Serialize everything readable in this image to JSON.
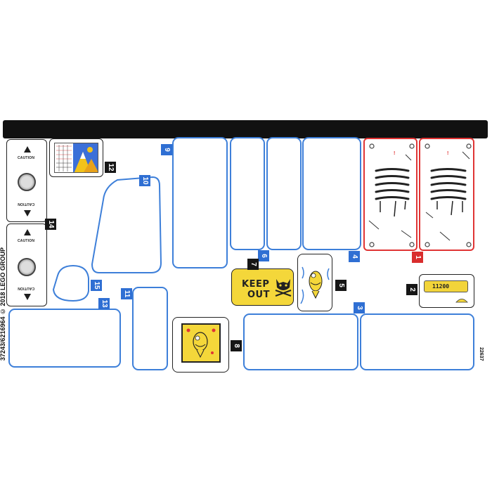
{
  "sheet": {
    "copyright": "37243/6216964 © 2018 LEGO GROUP",
    "code": "22637"
  },
  "labels": {
    "n1": "1",
    "n2": "2",
    "n3": "3",
    "n4": "4",
    "n5": "5",
    "n6": "6",
    "n7": "7",
    "n8": "8",
    "n9": "9",
    "n10": "10",
    "n11": "11",
    "n12": "12",
    "n13": "13",
    "n14": "14",
    "n15": "15"
  },
  "sticker14": {
    "caution_top_a": "CAUTION",
    "caution_bottom_a": "CAUTION",
    "caution_top_b": "CAUTION",
    "caution_bottom_b": "CAUTION"
  },
  "sticker7": {
    "line1": "KEEP",
    "line2": "OUT"
  },
  "sticker2": {
    "display": "11200"
  },
  "colors": {
    "blue": "#3d7fd9",
    "red": "#e03434",
    "yellow": "#f4d73a",
    "black": "#161616"
  }
}
